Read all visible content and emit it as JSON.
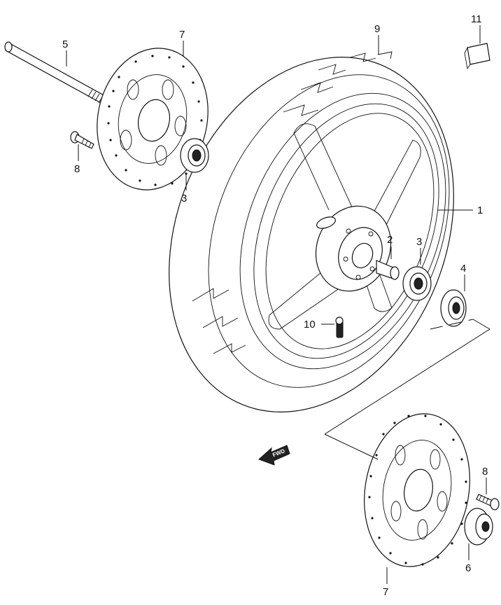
{
  "callouts": {
    "c1": "1",
    "c2": "2",
    "c3a": "3",
    "c3b": "3",
    "c4": "4",
    "c5": "5",
    "c6": "6",
    "c7a": "7",
    "c7b": "7",
    "c8a": "8",
    "c8b": "8",
    "c9": "9",
    "c10": "10",
    "c11": "11"
  },
  "direction_badge": "FWD"
}
